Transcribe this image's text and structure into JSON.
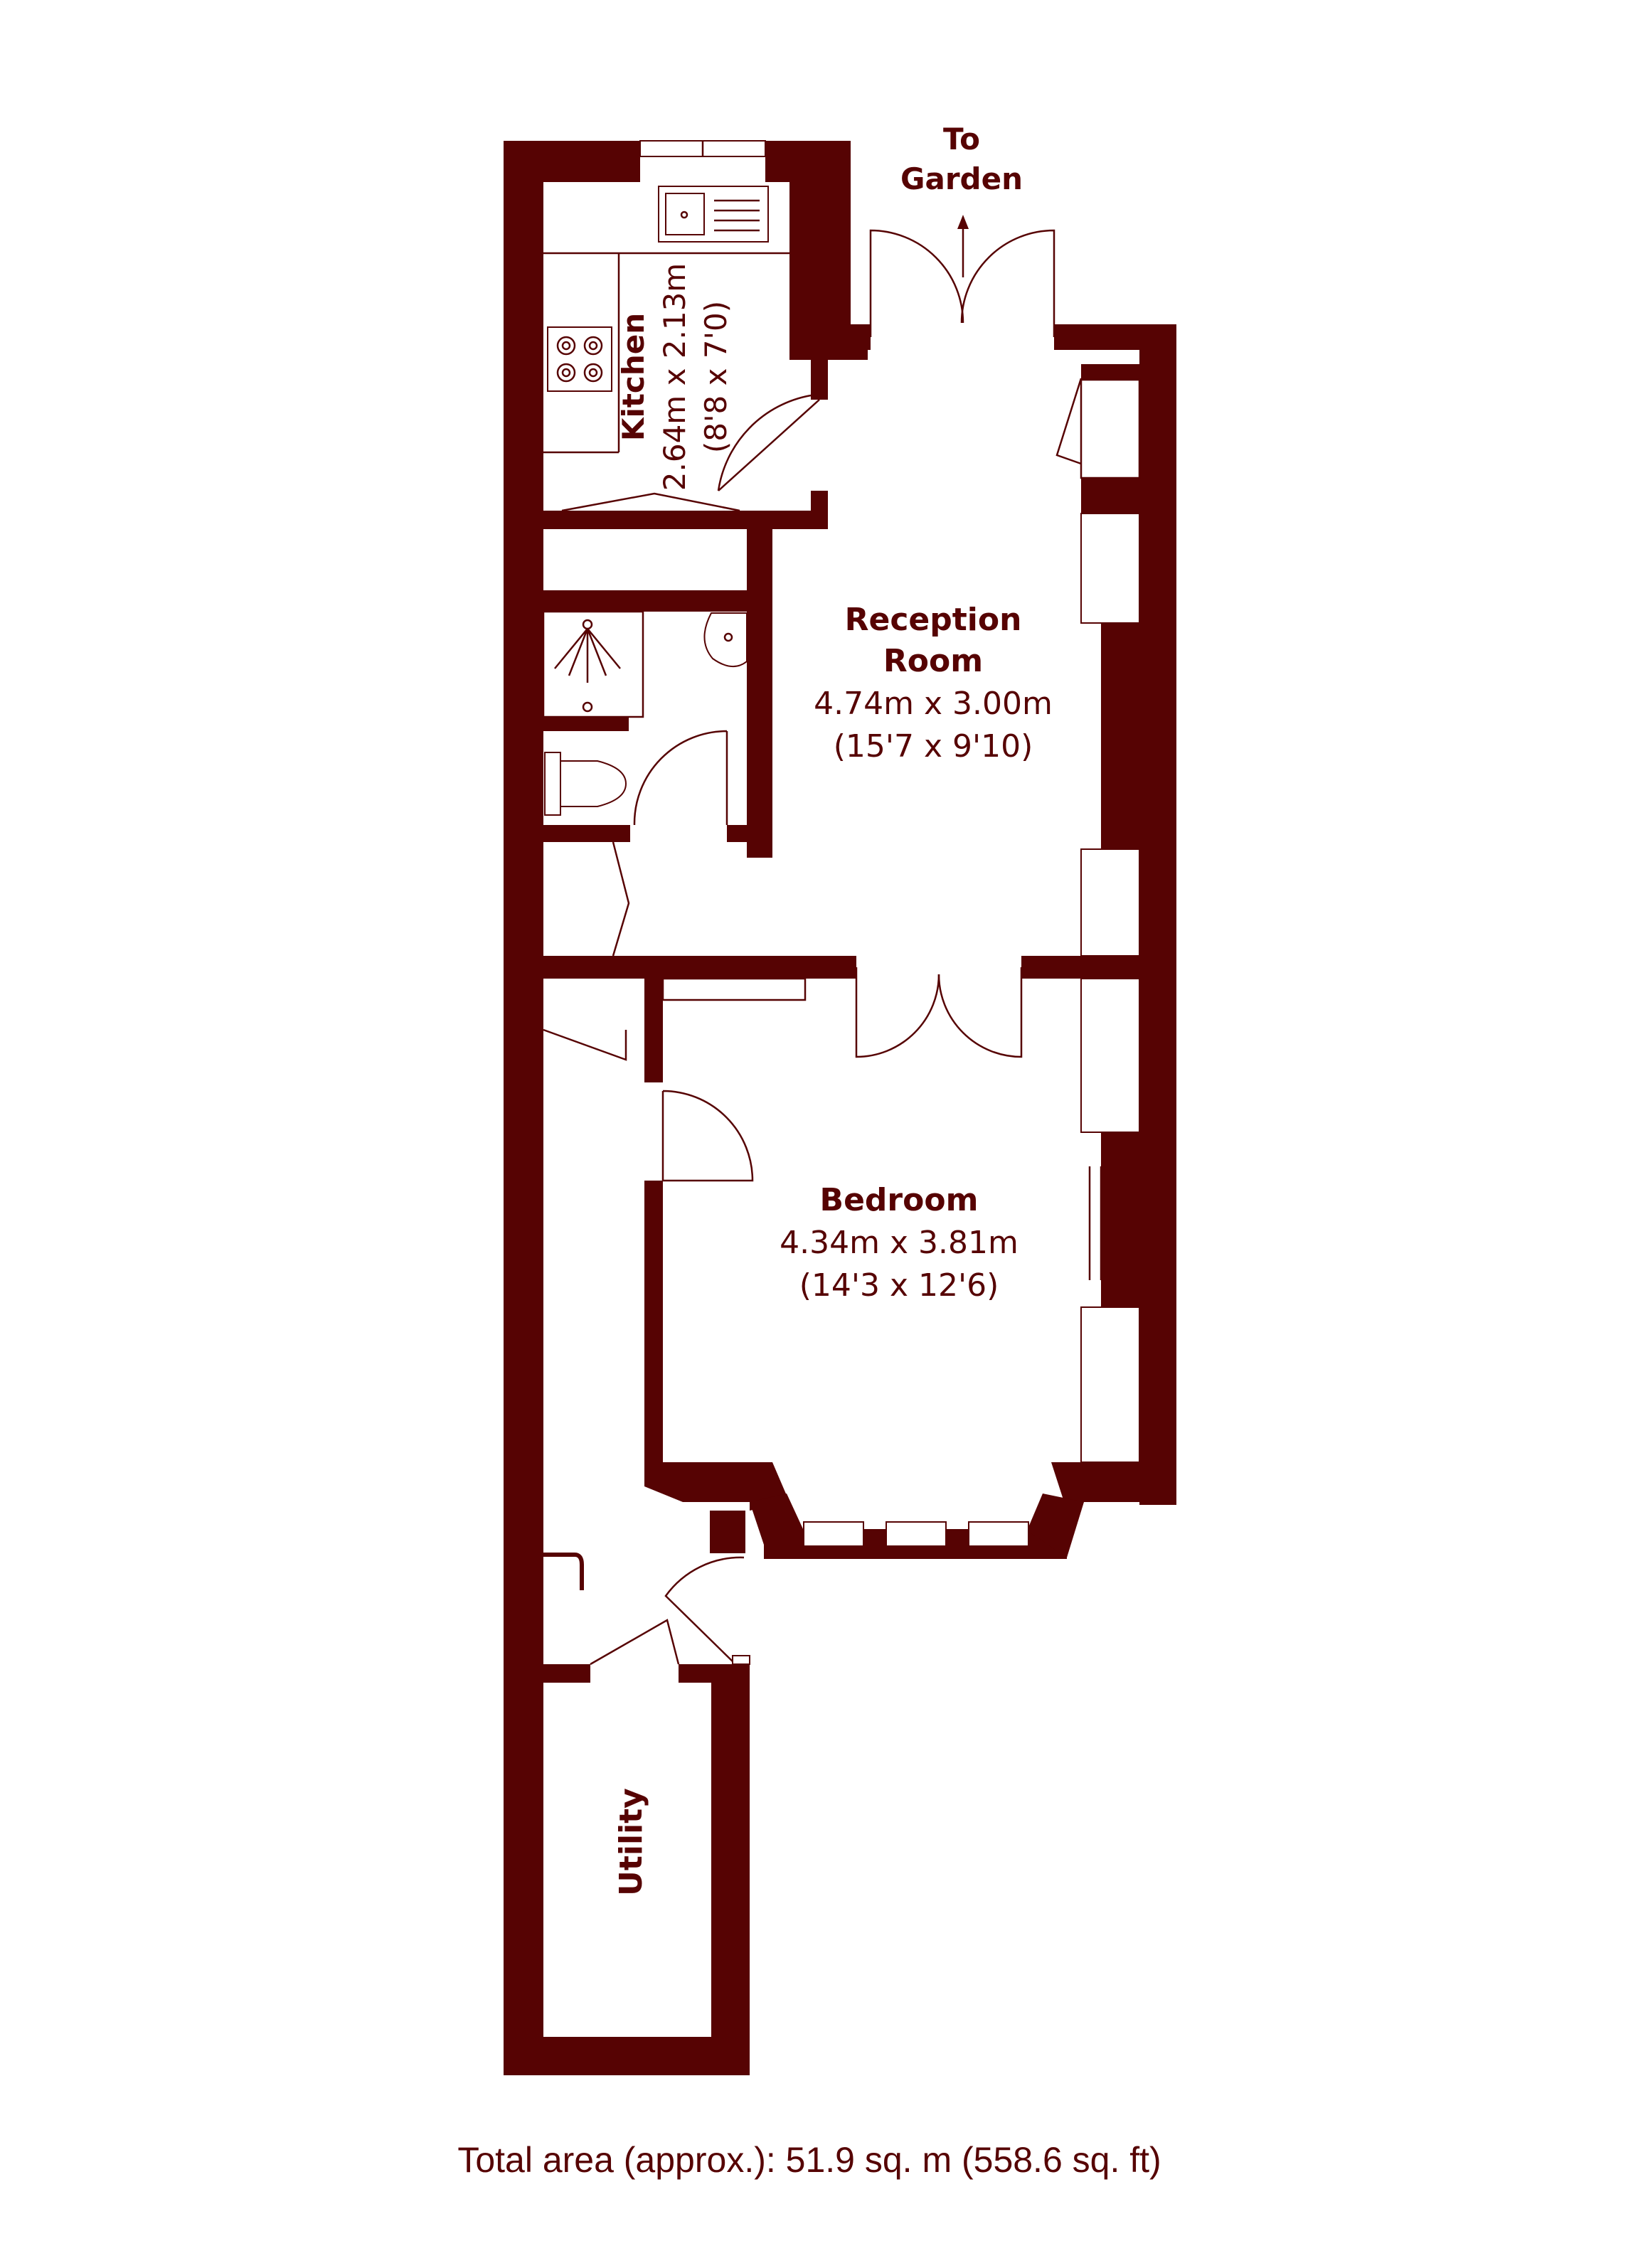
{
  "labels": {
    "to": "To",
    "garden": "Garden",
    "kitchen": {
      "name": "Kitchen",
      "metric": "2.64m x 2.13m",
      "imperial": "(8'8 x 7'0)"
    },
    "reception": {
      "name_line1": "Reception",
      "name_line2": "Room",
      "metric": "4.74m x 3.00m",
      "imperial": "(15'7 x 9'10)"
    },
    "bedroom": {
      "name": "Bedroom",
      "metric": "4.34m x 3.81m",
      "imperial": "(14'3 x 12'6)"
    },
    "utility": {
      "name": "Utility"
    },
    "total_area": "Total area (approx.): 51.9 sq. m (558.6 sq. ft)"
  },
  "colors": {
    "wall": "#560303",
    "background": "#ffffff"
  },
  "icons": [
    "arrow-up-icon",
    "sink-icon",
    "hob-icon",
    "shower-icon",
    "basin-icon",
    "toilet-icon"
  ]
}
